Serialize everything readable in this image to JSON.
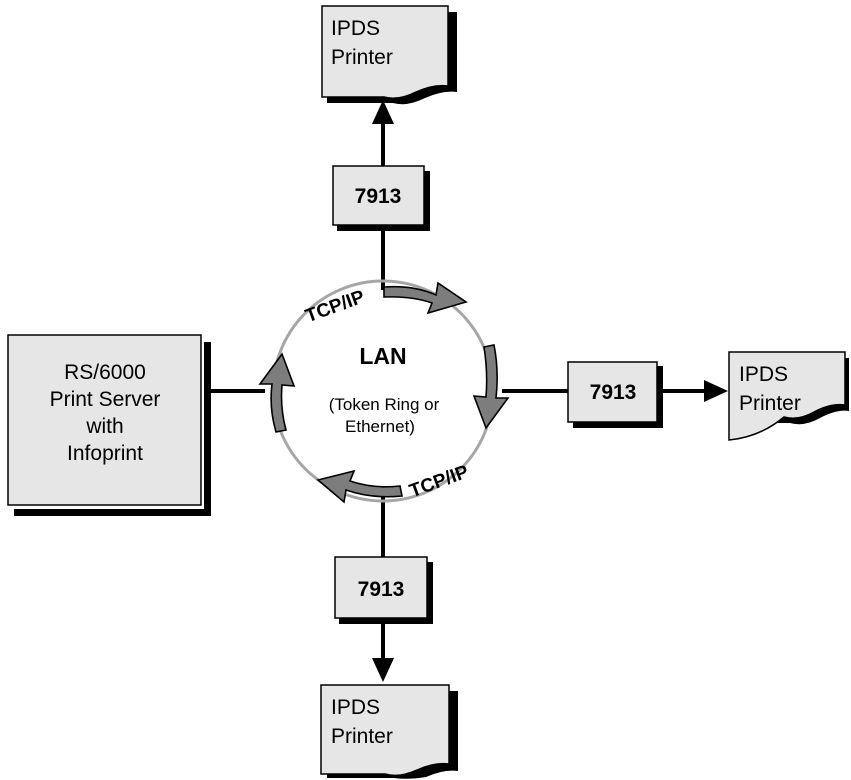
{
  "colors": {
    "box_fill": "#e6e6e6",
    "shadow": "#000000",
    "ring": "#a6a6a6",
    "ring_arrow_fill": "#7d7d7d",
    "line": "#000000"
  },
  "server": {
    "lines": [
      "RS/6000",
      "Print Server",
      "with",
      "Infoprint"
    ]
  },
  "lan": {
    "title": "LAN",
    "subtitle_line1": "(Token Ring or",
    "subtitle_line2": "Ethernet)"
  },
  "protocols": {
    "top_left": "TCP/IP",
    "bottom_right": "TCP/IP"
  },
  "controllers": {
    "top": "7913",
    "right": "7913",
    "bottom": "7913"
  },
  "printers": {
    "top": {
      "line1": "IPDS",
      "line2": "Printer"
    },
    "right": {
      "line1": "IPDS",
      "line2": "Printer"
    },
    "bottom": {
      "line1": "IPDS",
      "line2": "Printer"
    }
  }
}
